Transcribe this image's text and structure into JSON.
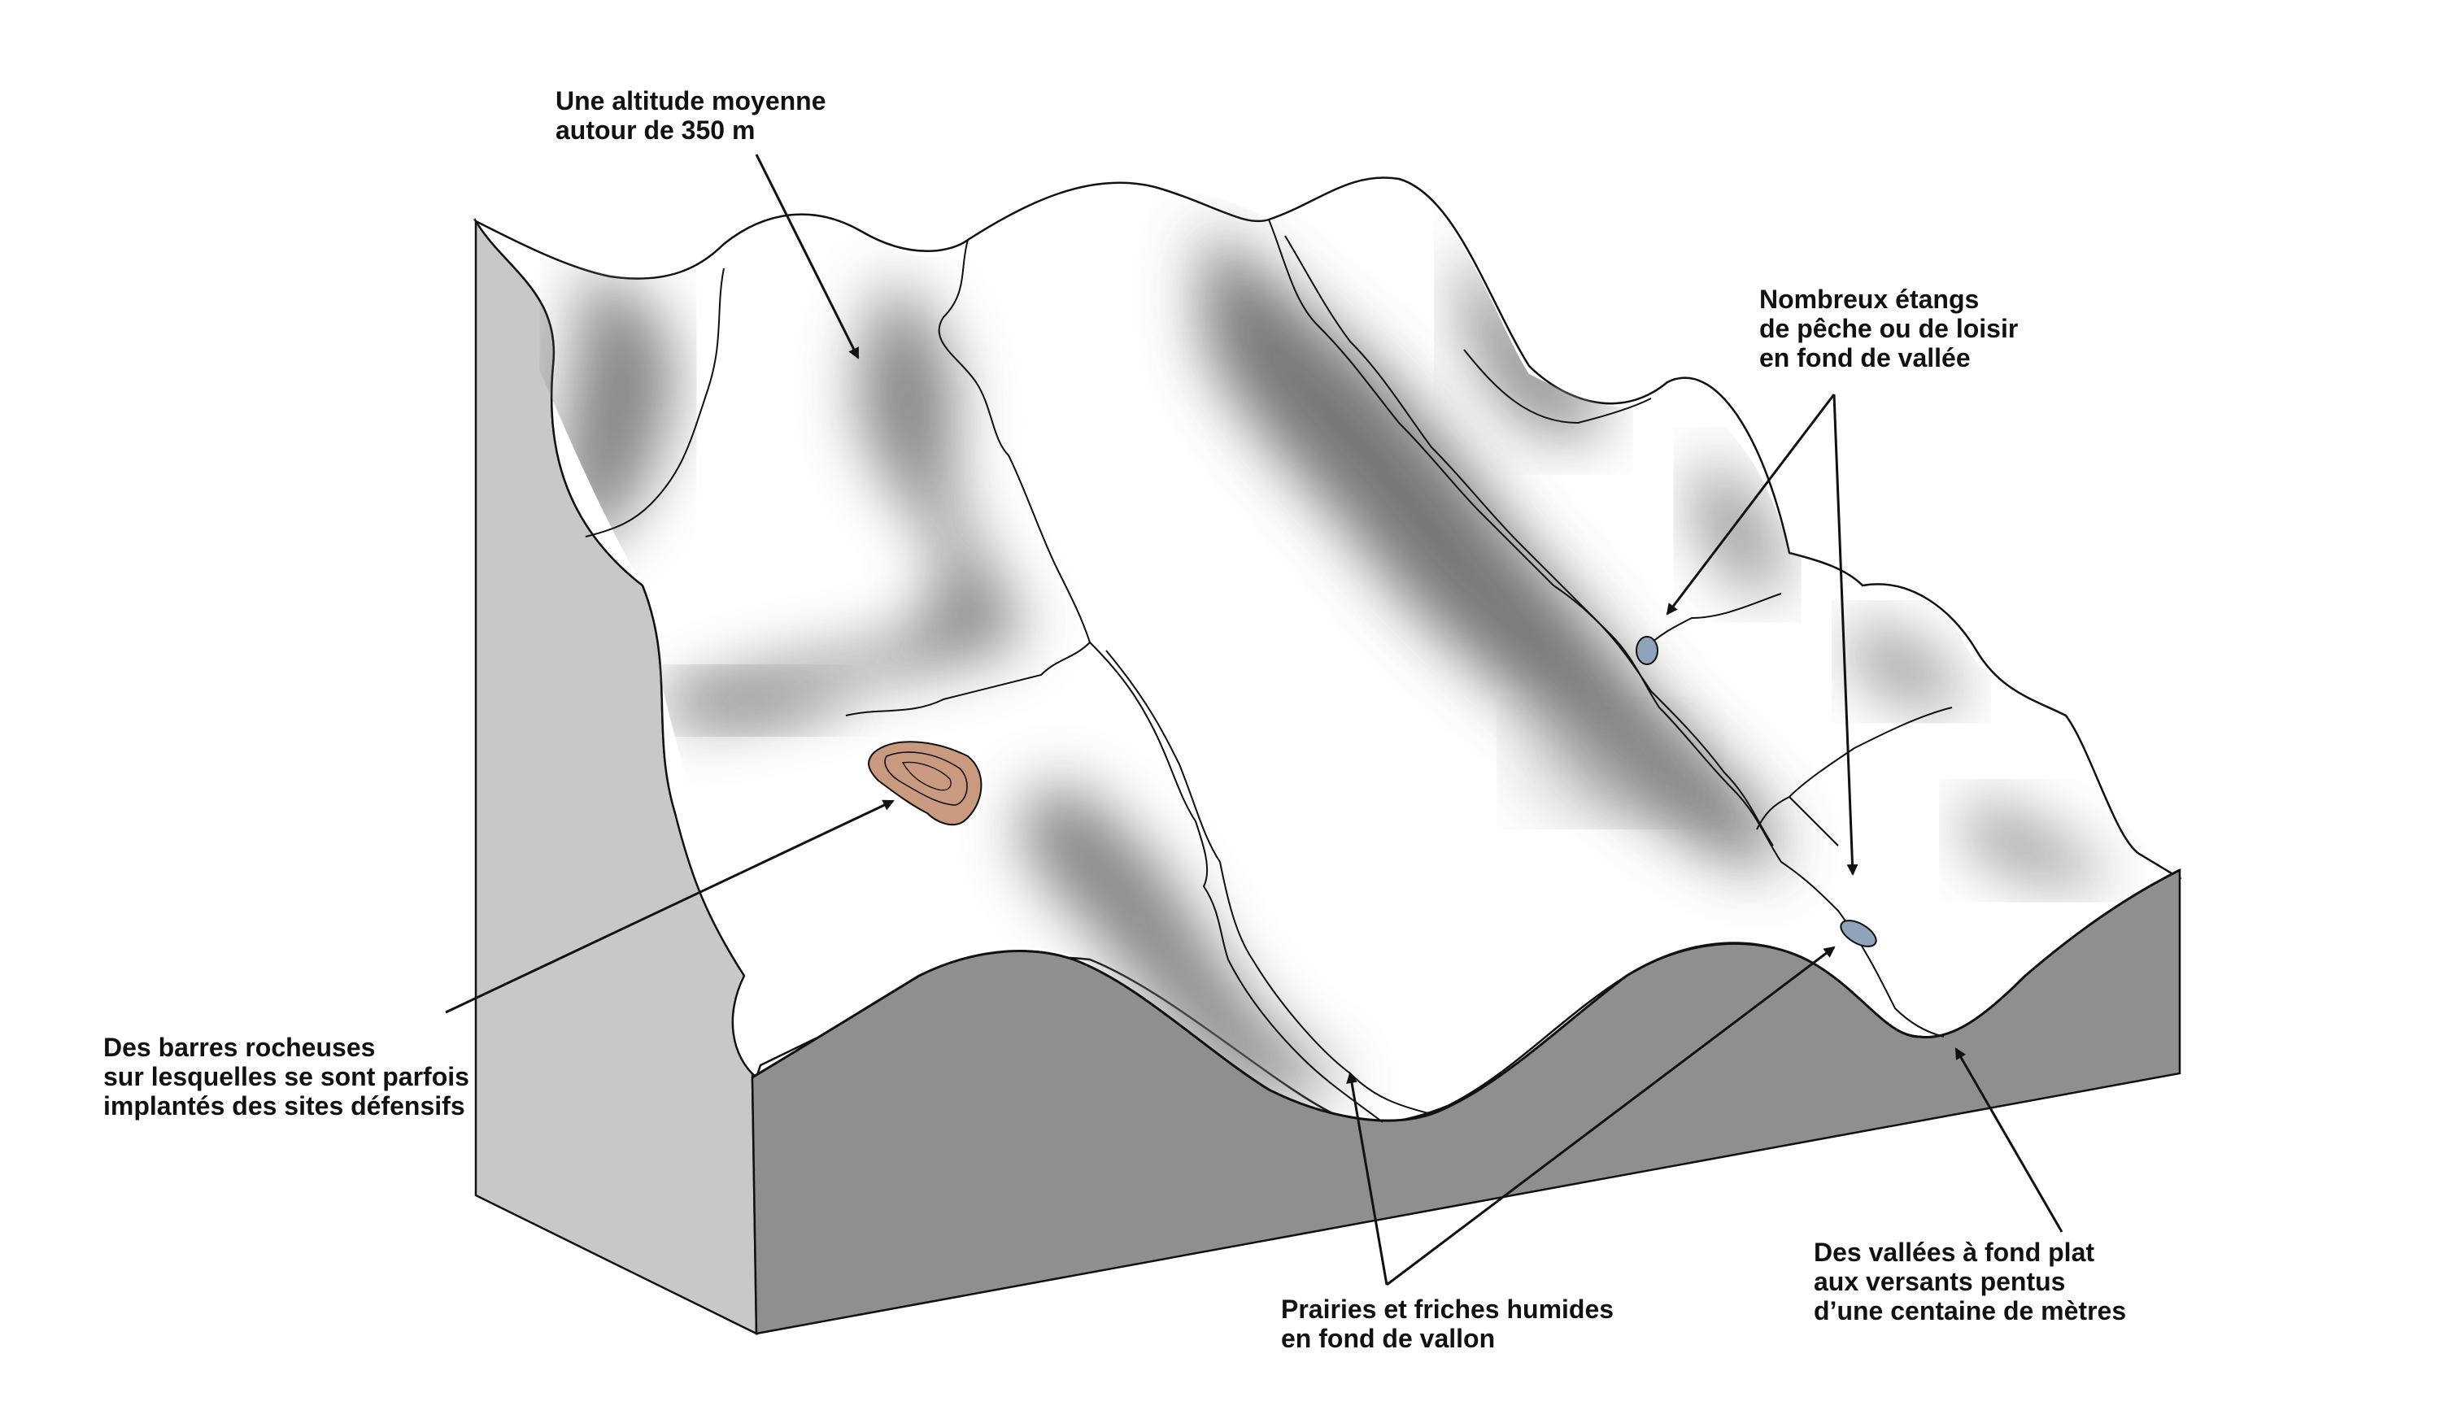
{
  "colors": {
    "terrain_top": "#ffffff",
    "valley_shade": "#6e6e6e",
    "left_face": "#c8c8c8",
    "front_face": "#8f8f8f",
    "pond": "#8fa3bb",
    "rock_bar": "#c99a80",
    "line": "#111111"
  },
  "annotations": {
    "altitude": [
      "Une altitude moyenne",
      "autour de 350 m"
    ],
    "ponds": [
      "Nombreux étangs",
      "de pêche ou de loisir",
      "en fond de vallée"
    ],
    "rocks": [
      "Des barres rocheuses",
      "sur lesquelles se sont parfois",
      "implantés des sites défensifs"
    ],
    "meadows": [
      "Prairies et friches humides",
      "en fond de vallon"
    ],
    "valleys": [
      "Des vallées à fond plat",
      "aux versants pentus",
      "d’une centaine de mètres"
    ]
  }
}
